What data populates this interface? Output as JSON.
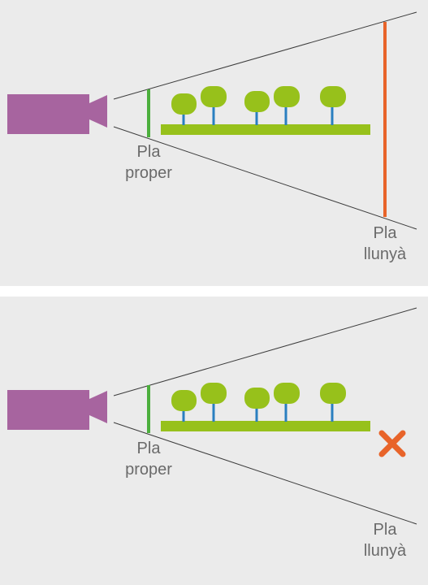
{
  "panels": [
    {
      "near_plane_label": [
        "Pla",
        "proper"
      ],
      "far_plane_label": [
        "Pla",
        "llunyà"
      ],
      "far_plane_visible": true,
      "far_plane_marker": "line",
      "colors": {
        "camera": "#a7649f",
        "near_plane": "#4caf3d",
        "far_plane": "#e8642a",
        "trees": "#97c11b",
        "trunks": "#2a7fc0",
        "frustum": "#3c3c3c",
        "background": "#ebebeb"
      }
    },
    {
      "near_plane_label": [
        "Pla",
        "proper"
      ],
      "far_plane_label": [
        "Pla",
        "llunyà"
      ],
      "far_plane_visible": false,
      "far_plane_marker": "x-mark-icon",
      "colors": {
        "camera": "#a7649f",
        "near_plane": "#4caf3d",
        "x_mark": "#e8642a",
        "trees": "#97c11b",
        "trunks": "#2a7fc0",
        "frustum": "#3c3c3c",
        "background": "#ebebeb"
      }
    }
  ]
}
